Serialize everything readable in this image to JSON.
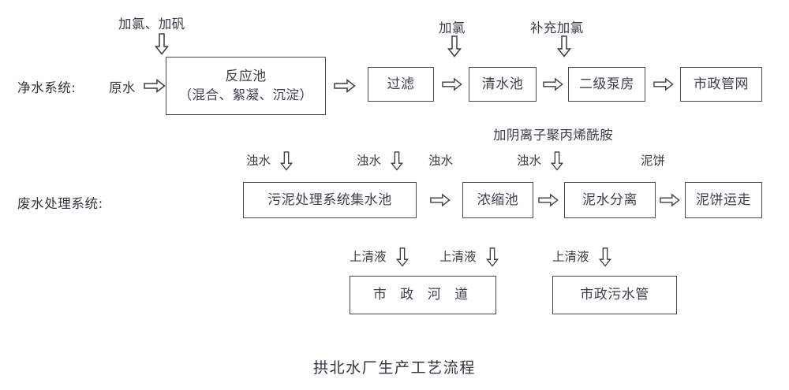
{
  "figure": {
    "title": "拱北水厂生产工艺流程",
    "ink_color": "#3d3d3d",
    "background": "#ffffff"
  },
  "rows": {
    "purification": {
      "label": "净水系统:"
    },
    "wastewater": {
      "label": "废水处理系统:"
    }
  },
  "purification_line": {
    "inlet_label": "原水",
    "inlet_arrow": "right-arrow-outline",
    "dosing_labels": [
      {
        "text": "加氯、加矾",
        "arrow": "down-arrow-outline"
      },
      {
        "text": "加氯",
        "arrow": "down-arrow-outline"
      },
      {
        "text": "补充加氯",
        "arrow": "down-arrow-outline"
      }
    ],
    "nodes": [
      {
        "line1": "反应池",
        "line2": "（混合、絮凝、沉淀）"
      },
      {
        "line1": "过滤"
      },
      {
        "line1": "清水池"
      },
      {
        "line1": "二级泵房"
      },
      {
        "line1": "市政管网"
      }
    ]
  },
  "wastewater_line": {
    "additive_label": "加阴离子聚丙烯酰胺",
    "feed_labels": [
      {
        "text": "浊水",
        "arrow": "down-arrow-outline"
      },
      {
        "text": "浊水",
        "arrow": "down-arrow-outline"
      },
      {
        "text": "浊水",
        "arrow": "none"
      },
      {
        "text": "浊水",
        "arrow": "down-arrow-outline"
      },
      {
        "text": "泥饼",
        "arrow": "none"
      }
    ],
    "nodes": [
      {
        "line1": "污泥处理系统集水池"
      },
      {
        "line1": "浓缩池"
      },
      {
        "line1": "泥水分离"
      },
      {
        "line1": "泥饼运走"
      }
    ]
  },
  "discharge_line": {
    "supernatant_labels": [
      {
        "text": "上清液",
        "arrow": "down-arrow-outline"
      },
      {
        "text": "上清液",
        "arrow": "down-arrow-outline"
      },
      {
        "text": "上清液",
        "arrow": "down-arrow-outline"
      }
    ],
    "nodes": [
      {
        "line1": "市 政 河 道"
      },
      {
        "line1": "市政污水管"
      }
    ]
  },
  "connectors": {
    "right_arrow_glyph": "right-arrow-outline",
    "down_arrow_glyph": "down-arrow-outline"
  }
}
